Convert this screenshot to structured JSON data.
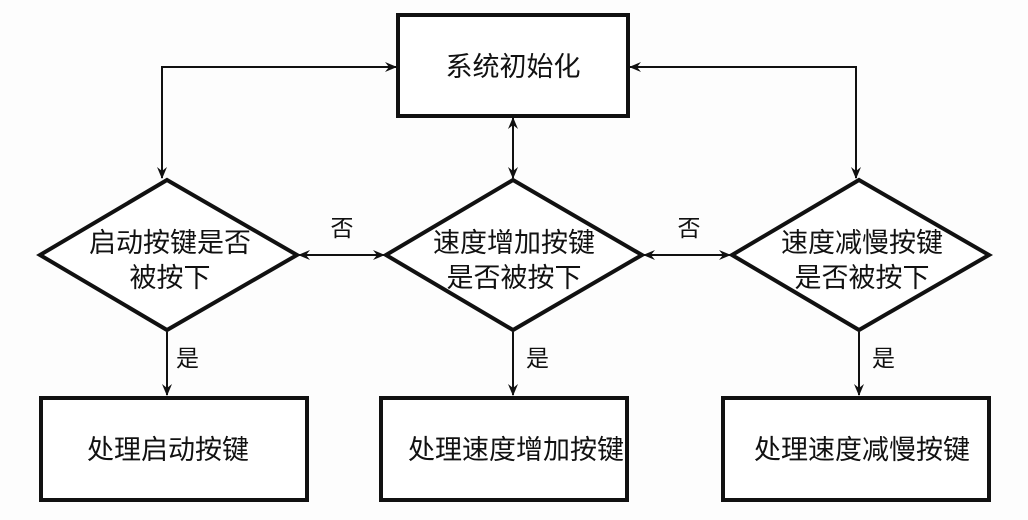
{
  "diagram": {
    "type": "flowchart",
    "nodes": {
      "init": {
        "label": "系统初始化",
        "shape": "rectangle"
      },
      "decision_start": {
        "lines": [
          "启动按键是否",
          "被按下"
        ],
        "shape": "diamond"
      },
      "decision_speed_up": {
        "lines": [
          "速度增加按键",
          "是否被按下"
        ],
        "shape": "diamond"
      },
      "decision_speed_down": {
        "lines": [
          "速度减慢按键",
          "是否被按下"
        ],
        "shape": "diamond"
      },
      "process_start": {
        "label": "处理启动按键",
        "shape": "rectangle"
      },
      "process_speed_up": {
        "label": "处理速度增加按键",
        "shape": "rectangle"
      },
      "process_speed_down": {
        "label": "处理速度减慢按键",
        "shape": "rectangle"
      }
    },
    "edge_labels": {
      "no_1": "否",
      "no_2": "否",
      "yes_1": "是",
      "yes_2": "是",
      "yes_3": "是"
    },
    "edges": [
      {
        "from": "init",
        "to": "decision_start",
        "bidirectional": true
      },
      {
        "from": "init",
        "to": "decision_speed_up",
        "bidirectional": true
      },
      {
        "from": "init",
        "to": "decision_speed_down",
        "bidirectional": true
      },
      {
        "from": "decision_start",
        "to": "decision_speed_up",
        "label": "否",
        "bidirectional": true
      },
      {
        "from": "decision_speed_up",
        "to": "decision_speed_down",
        "label": "否",
        "bidirectional": true
      },
      {
        "from": "decision_start",
        "to": "process_start",
        "label": "是"
      },
      {
        "from": "decision_speed_up",
        "to": "process_speed_up",
        "label": "是"
      },
      {
        "from": "decision_speed_down",
        "to": "process_speed_down",
        "label": "是"
      }
    ],
    "colors": {
      "stroke": "#111111",
      "background": "#fdfdfd"
    }
  }
}
